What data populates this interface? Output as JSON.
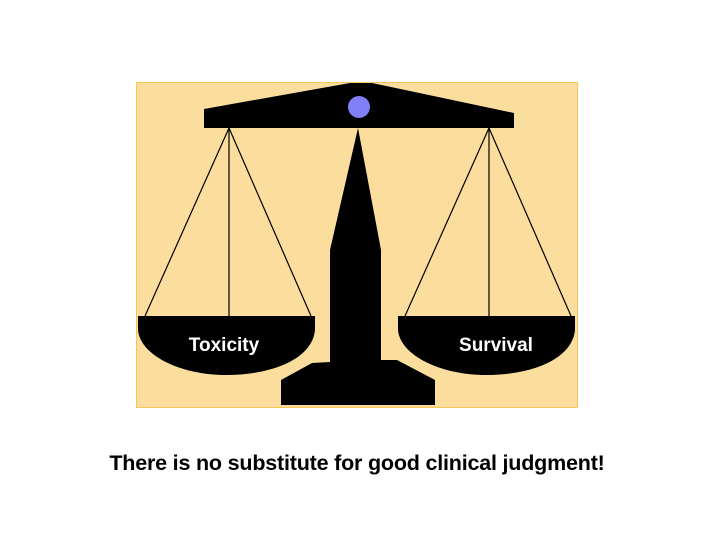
{
  "diagram": {
    "left_pan_label": "Toxicity",
    "right_pan_label": "Survival",
    "colors": {
      "background": "#FBDE9E",
      "border": "#F5C55A",
      "scale": "#000000",
      "pivot": "#8080F8"
    }
  },
  "caption": "There is no substitute for good clinical judgment!"
}
